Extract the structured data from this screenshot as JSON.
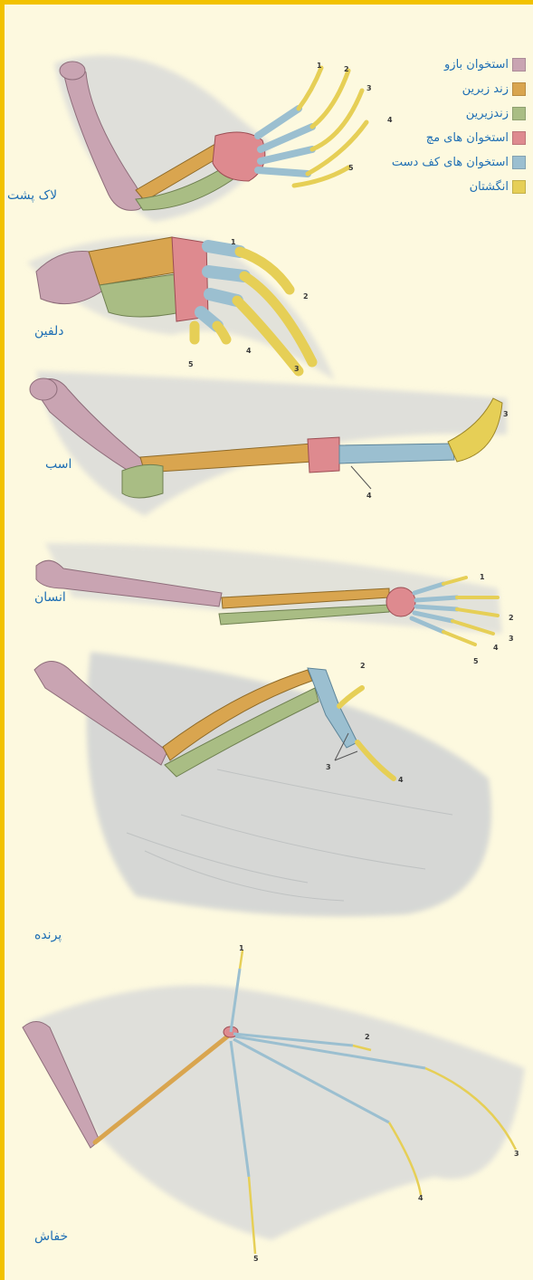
{
  "legend": [
    {
      "label": "استخوان بازو",
      "color": "#c9a4b2"
    },
    {
      "label": "زند زبرین",
      "color": "#d9a54f"
    },
    {
      "label": "زندزیرین",
      "color": "#a9bd84"
    },
    {
      "label": "استخوان های مچ",
      "color": "#de8a8f"
    },
    {
      "label": "استخوان های کف دست",
      "color": "#9bbfd0"
    },
    {
      "label": "انگشتان",
      "color": "#e6cf56"
    }
  ],
  "animals": {
    "turtle": "لاک پشت",
    "dolphin": "دلفین",
    "horse": "اسب",
    "human": "انسان",
    "bird": "پرنده",
    "bat": "خفاش"
  },
  "digit_labels": {
    "turtle": [
      "1",
      "2",
      "3",
      "4",
      "5"
    ],
    "dolphin": [
      "1",
      "2",
      "3",
      "4",
      "5"
    ],
    "horse": [
      "3",
      "4"
    ],
    "human": [
      "1",
      "2",
      "3",
      "4",
      "5"
    ],
    "bird": [
      "2",
      "3",
      "4"
    ],
    "bat": [
      "1",
      "2",
      "3",
      "4",
      "5"
    ]
  }
}
